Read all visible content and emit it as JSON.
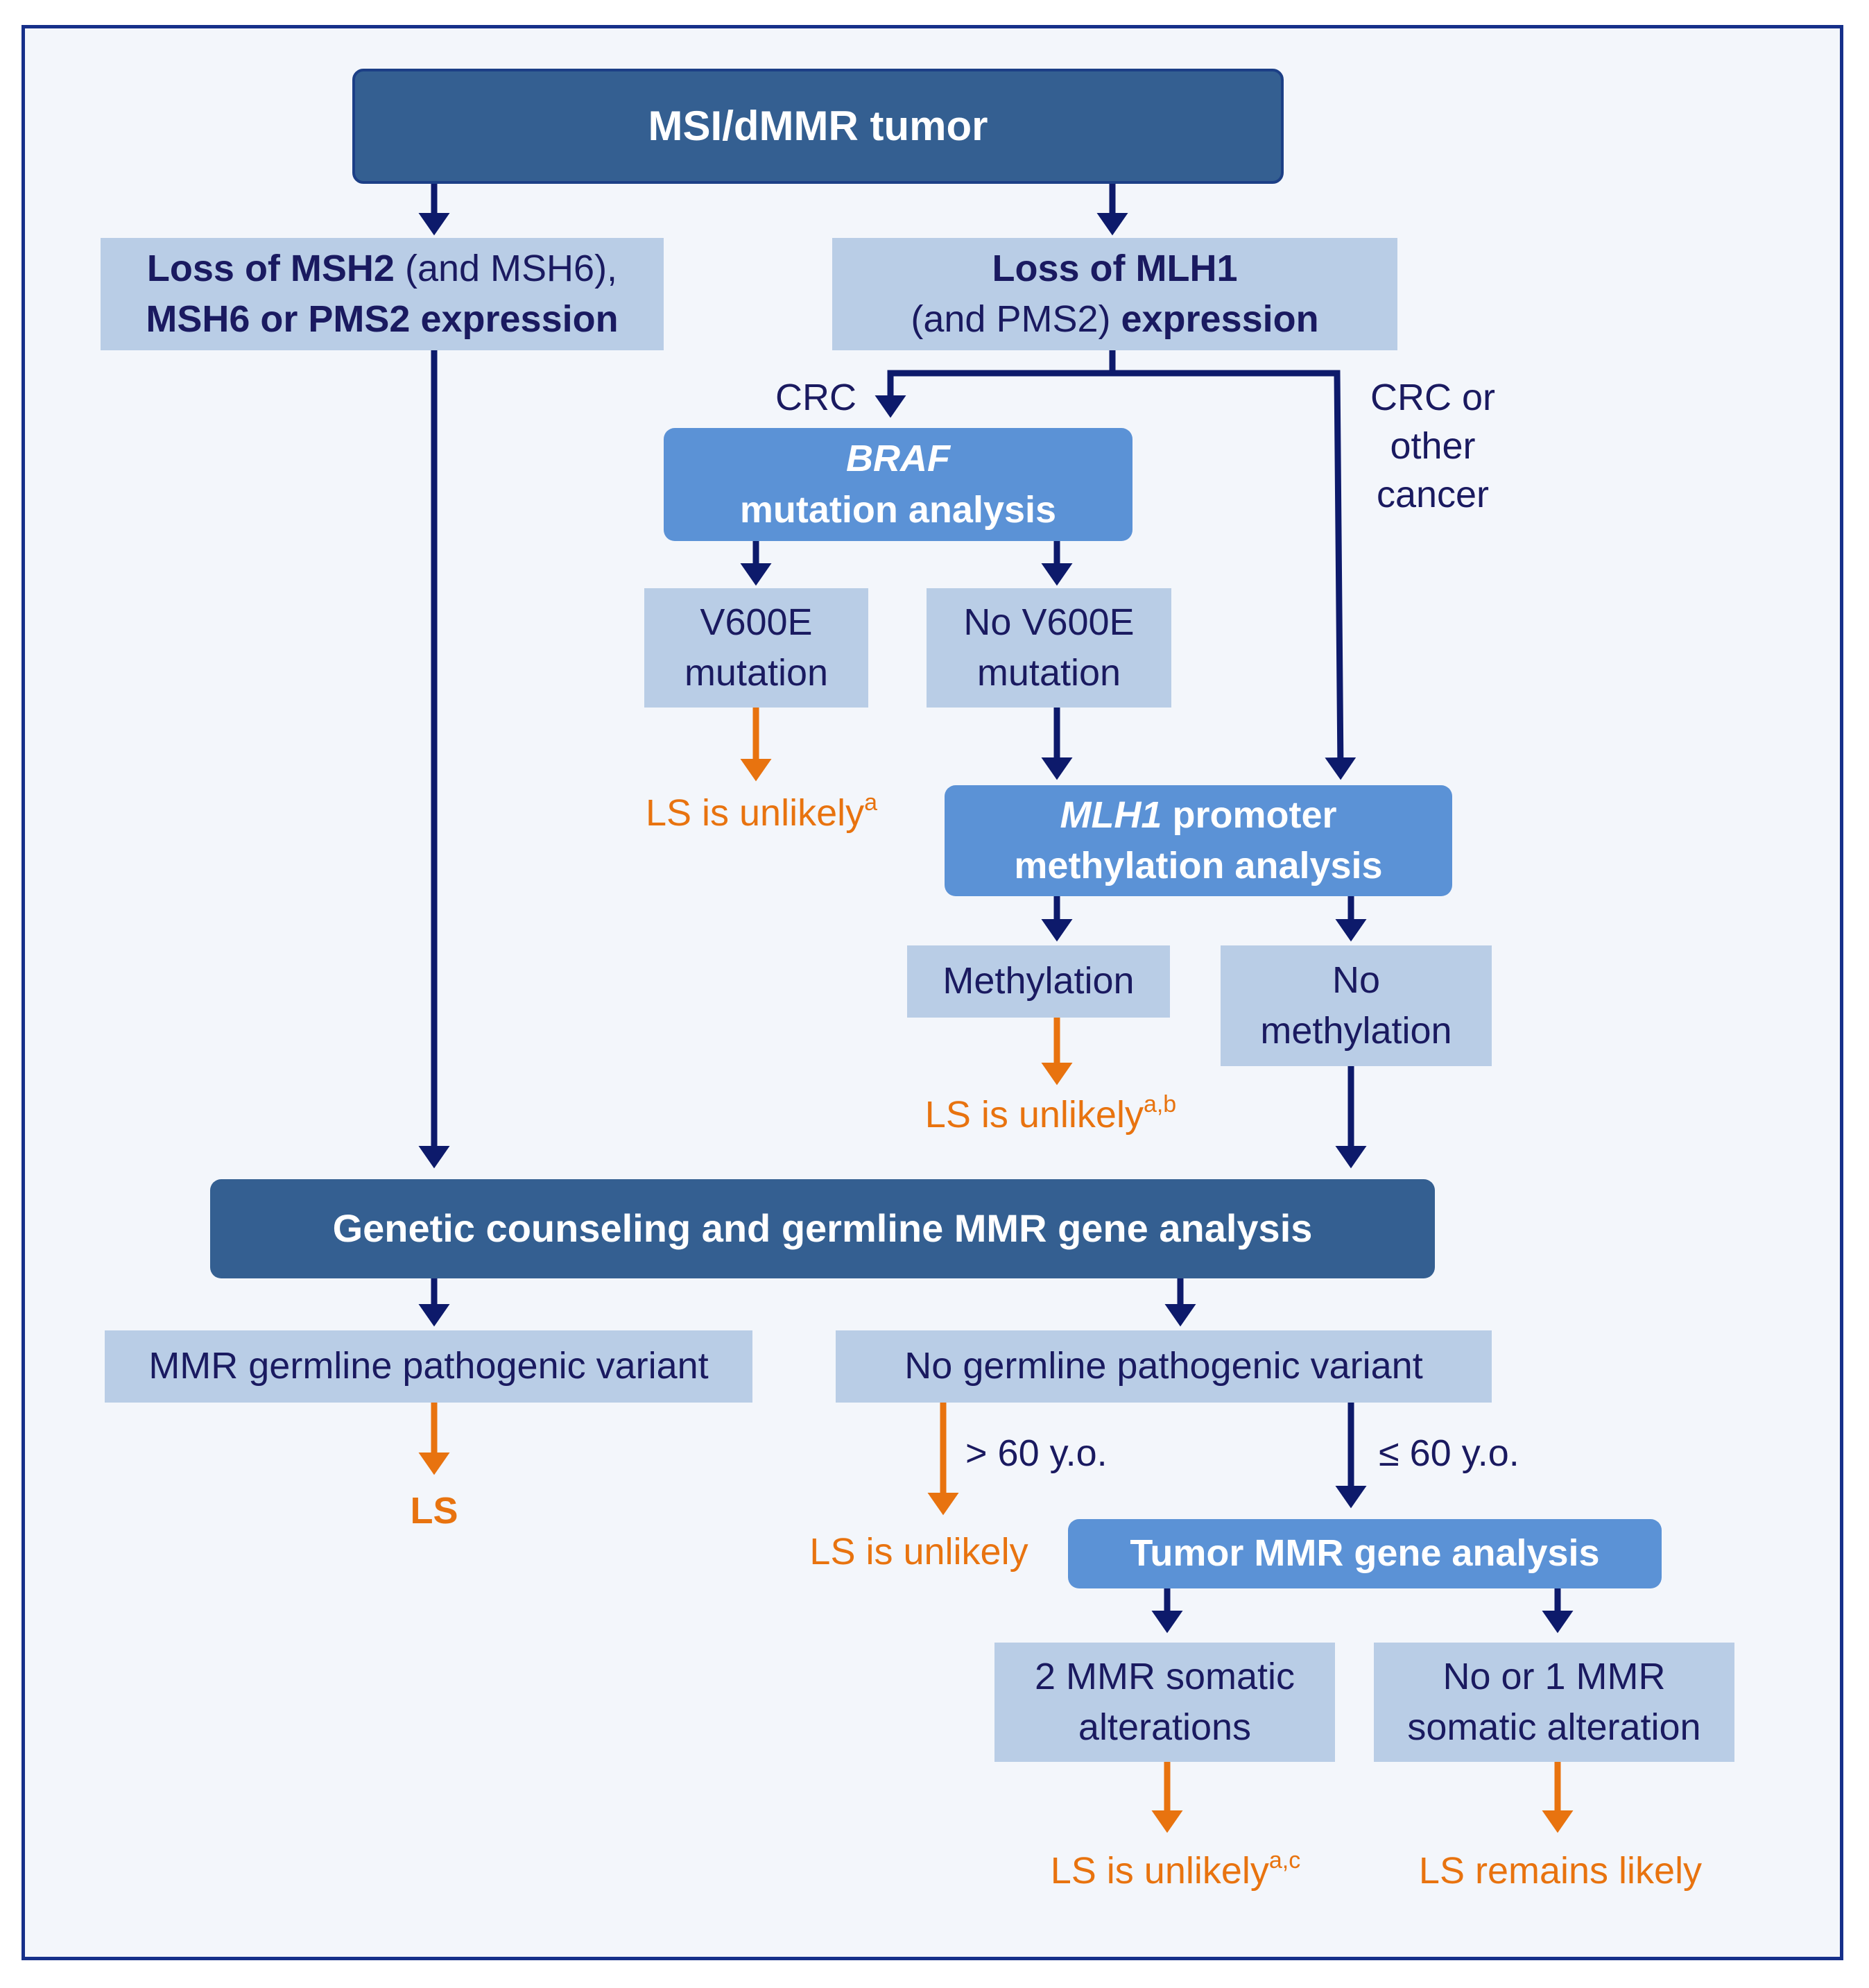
{
  "nodes": {
    "start": "MSI/dMMR tumor",
    "loss_msh2_a": "Loss of MSH2",
    "loss_msh2_b": " (and MSH6),",
    "loss_msh2_c": "MSH6 or PMS2 expression",
    "loss_mlh1_a": "Loss of MLH1",
    "loss_mlh1_b": "(and PMS2)",
    "loss_mlh1_c": " expression",
    "braf_a": "BRAF",
    "braf_b": "mutation analysis",
    "v600e_a": "V600E",
    "v600e_b": "mutation",
    "no_v600e_a": "No V600E",
    "no_v600e_b": "mutation",
    "mlh1_a": "MLH1",
    "mlh1_b": " promoter",
    "mlh1_c": "methylation analysis",
    "methylation": "Methylation",
    "no_methylation_a": "No",
    "no_methylation_b": "methylation",
    "counseling": "Genetic counseling and germline MMR gene analysis",
    "germline_variant": "MMR germline pathogenic variant",
    "no_germline_variant": "No germline pathogenic variant",
    "tumor_mmr": "Tumor MMR gene analysis",
    "two_alt_a": "2 MMR somatic",
    "two_alt_b": "alterations",
    "no_alt_a": "No or 1 MMR",
    "no_alt_b": "somatic alteration"
  },
  "labels": {
    "crc": "CRC",
    "crc_other_a": "CRC or",
    "crc_other_b": "other",
    "crc_other_c": "cancer",
    "over60": "> 60 y.o.",
    "under60": "≤ 60 y.o."
  },
  "outcomes": {
    "ls_unlikely_a": "LS is unlikely",
    "ls_unlikely_a_sup": "a",
    "ls_unlikely_ab": "LS is unlikely",
    "ls_unlikely_ab_sup": "a,b",
    "ls": "LS",
    "ls_unlikely": "LS is unlikely",
    "ls_unlikely_ac": "LS is unlikely",
    "ls_unlikely_ac_sup": "a,c",
    "ls_remains": "LS remains likely"
  },
  "colors": {
    "frame": "#16308a",
    "arrow": "#0d1a6b",
    "outcome_arrow": "#e8730f",
    "dark_box": "#345f91",
    "mid_box": "#5b92d6",
    "light_box": "#b9cde6"
  }
}
